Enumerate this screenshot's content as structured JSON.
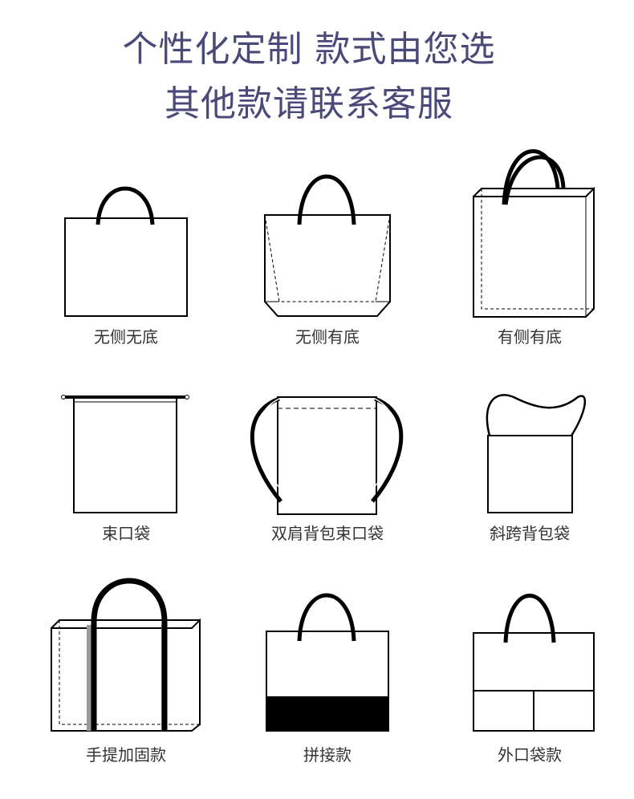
{
  "heading": {
    "line1": "个性化定制 款式由您选",
    "line2": "其他款请联系客服"
  },
  "bag_styles": [
    {
      "label": "无侧无底",
      "icon": "flat-bag-icon"
    },
    {
      "label": "无侧有底",
      "icon": "bottom-gusset-bag-icon"
    },
    {
      "label": "有侧有底",
      "icon": "side-bottom-gusset-bag-icon"
    },
    {
      "label": "束口袋",
      "icon": "drawstring-pouch-icon"
    },
    {
      "label": "双肩背包束口袋",
      "icon": "drawstring-backpack-icon"
    },
    {
      "label": "斜跨背包袋",
      "icon": "crossbody-bag-icon"
    },
    {
      "label": "手提加固款",
      "icon": "reinforced-handle-bag-icon"
    },
    {
      "label": "拼接款",
      "icon": "panel-bag-icon"
    },
    {
      "label": "外口袋款",
      "icon": "outer-pocket-bag-icon"
    }
  ],
  "colors": {
    "title": "#4a4a7a",
    "line": "#000000",
    "label": "#333333"
  }
}
